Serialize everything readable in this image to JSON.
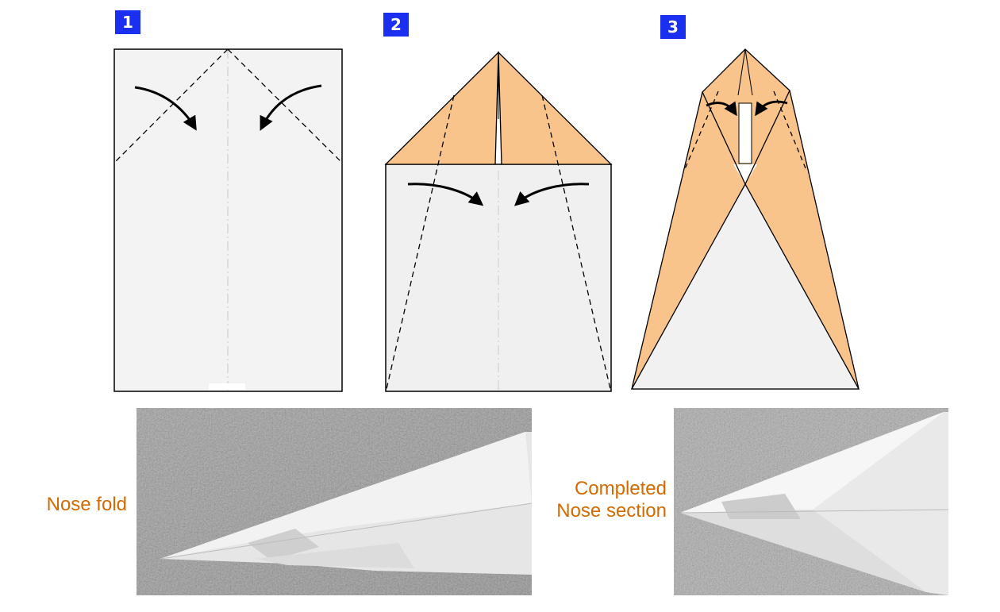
{
  "steps": [
    {
      "number": "1"
    },
    {
      "number": "2"
    },
    {
      "number": "3"
    }
  ],
  "photos": [
    {
      "caption": "Nose fold"
    },
    {
      "caption_line1": "Completed",
      "caption_line2": "Nose section"
    }
  ],
  "colors": {
    "badge": "#1a2ff0",
    "paper": "#f3f3f3",
    "fold_fill": "#f9c48b",
    "caption": "#d46a00"
  }
}
